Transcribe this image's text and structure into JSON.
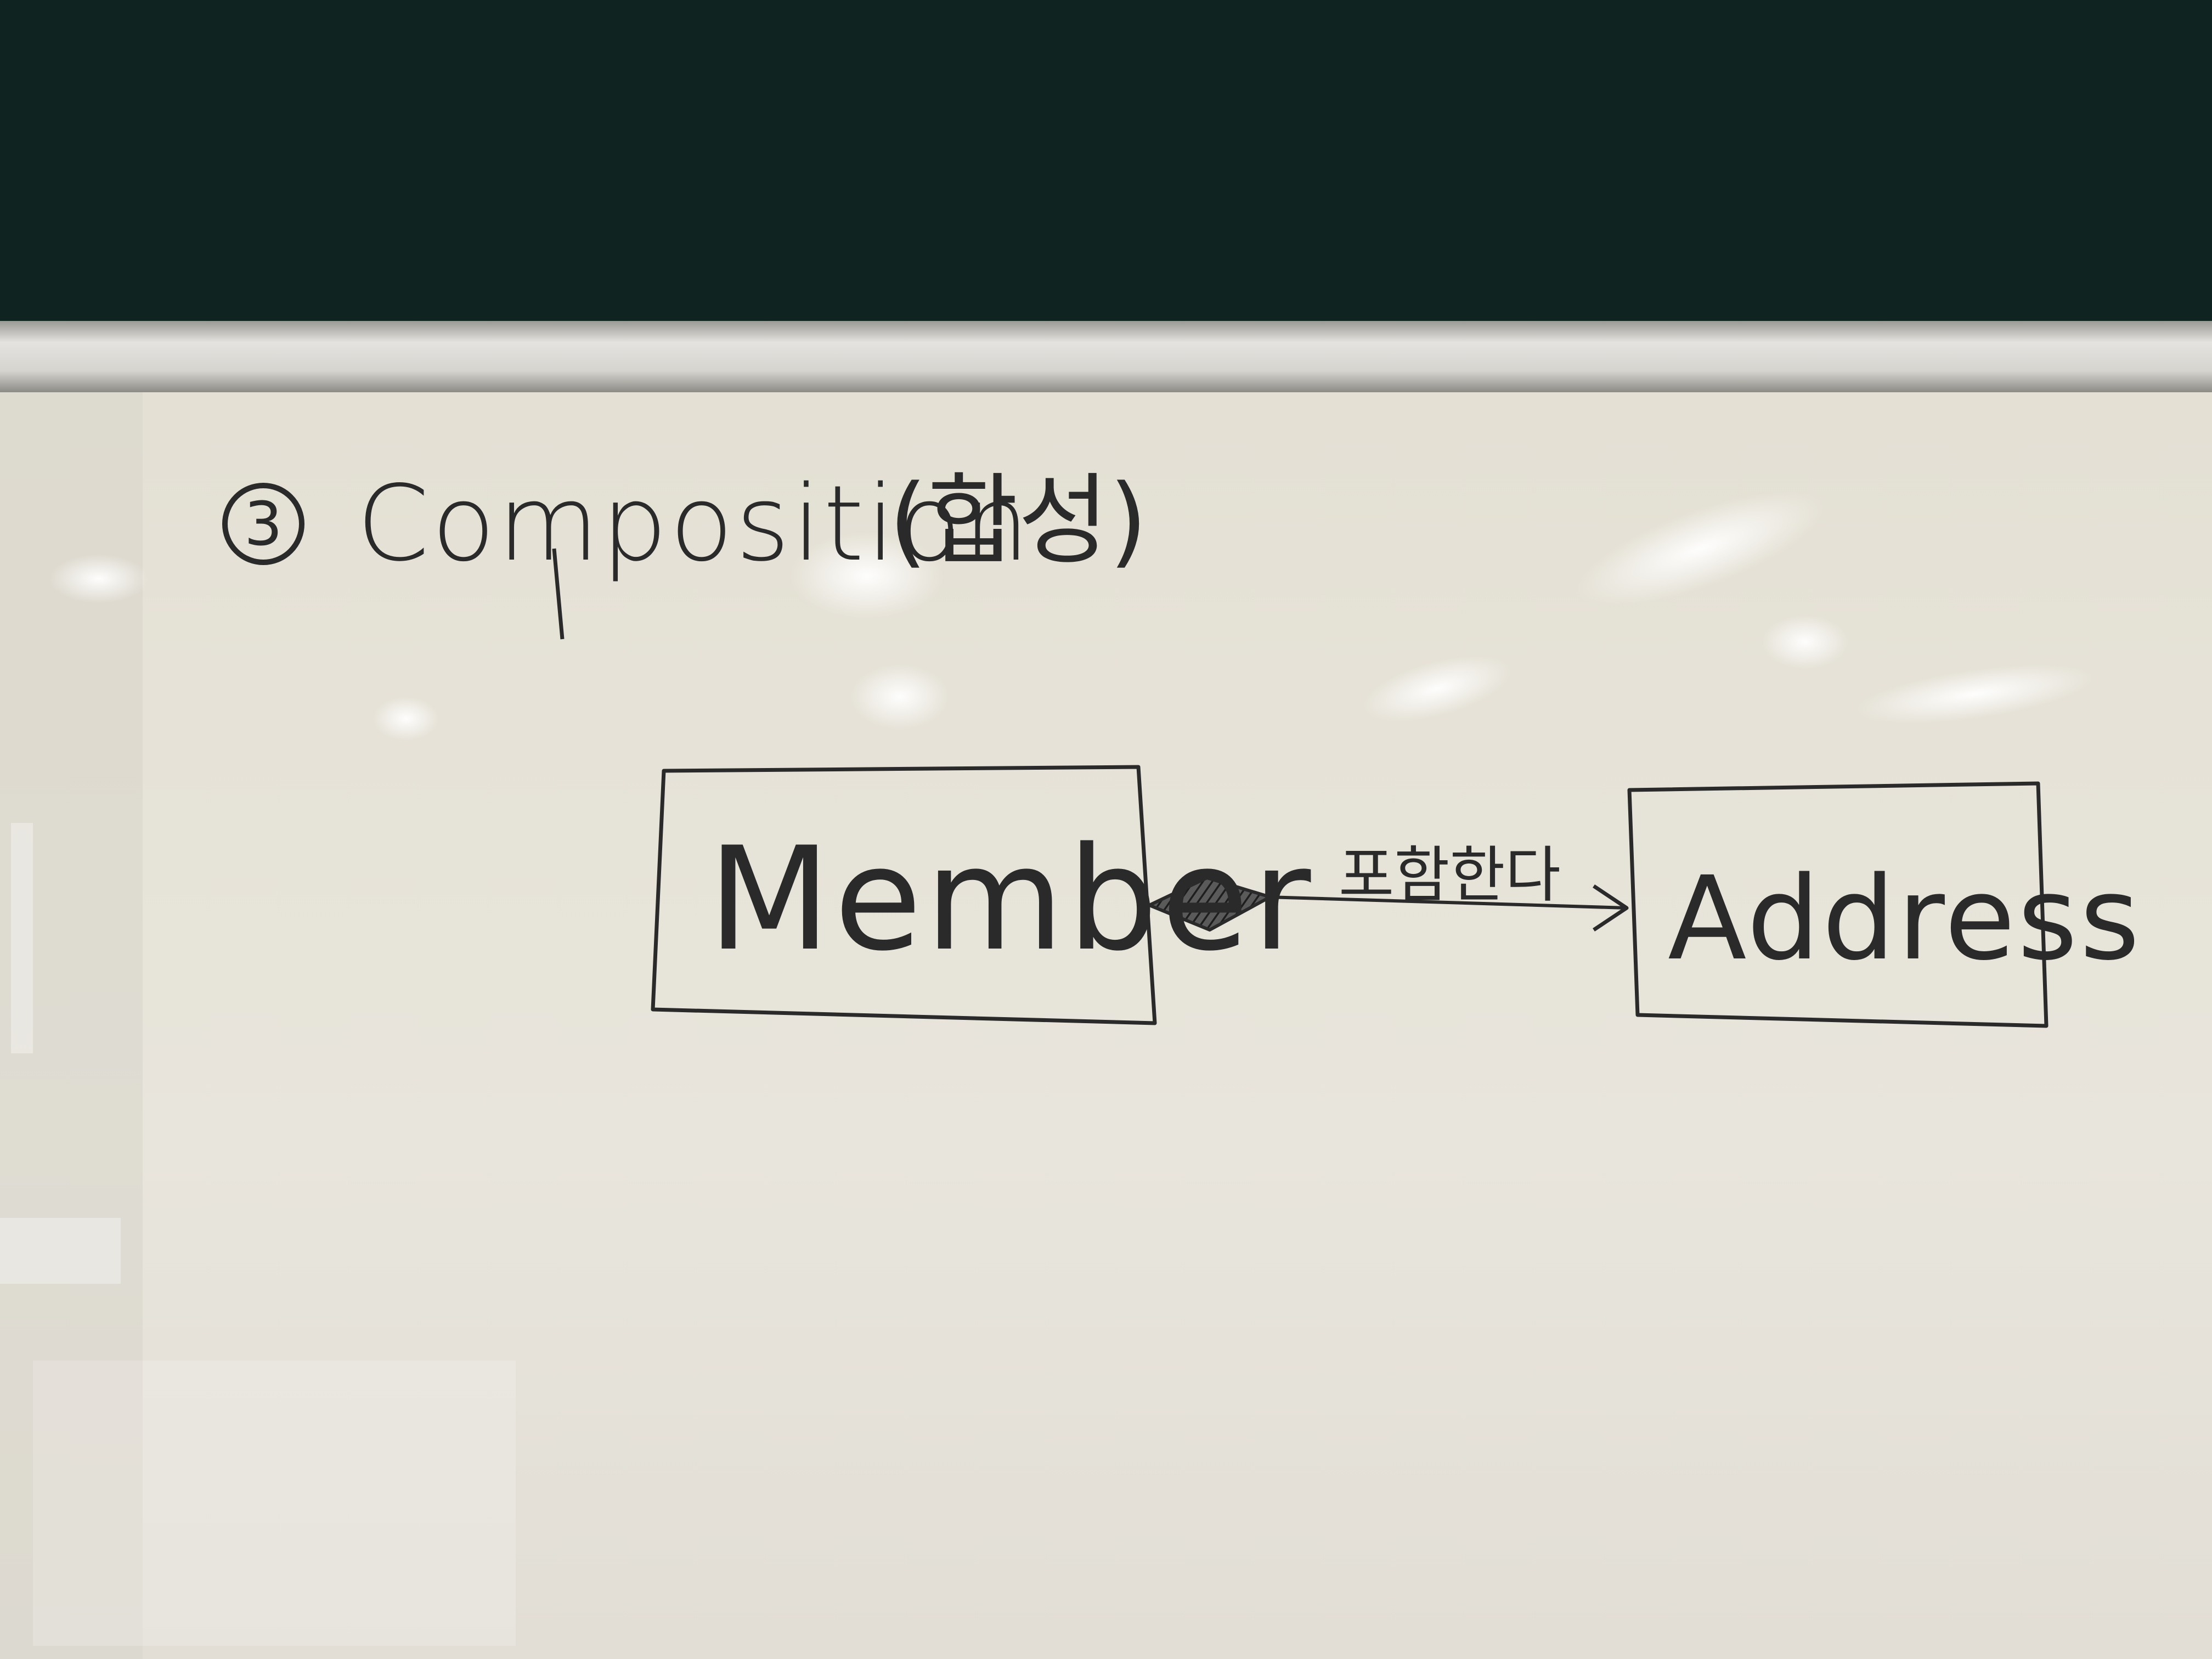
{
  "heading": {
    "number": "3",
    "title": "Composition",
    "korean": "(합성)"
  },
  "diagram": {
    "source_box": "Member",
    "target_box": "Address",
    "relation_label": "포함한다",
    "relation_type": "composition",
    "ink_color": "#2a2a2a"
  },
  "scene": {
    "board_color": "#e6e2d8",
    "top_panel_color": "#0f2420",
    "rail_color": "#cfcdc8"
  }
}
